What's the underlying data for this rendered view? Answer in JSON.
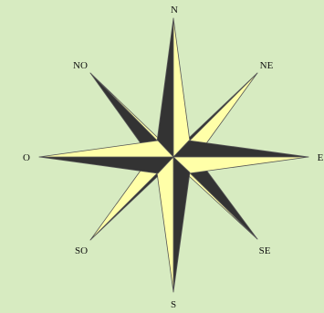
{
  "compass": {
    "labels": {
      "n": "N",
      "ne": "NE",
      "e": "E",
      "se": "SE",
      "s": "S",
      "so": "SO",
      "o": "O",
      "no": "NO"
    },
    "colors": {
      "background": "#d7ebc1",
      "light_fill": "#ffffa8",
      "dark_fill": "#333333",
      "outline": "#555555"
    }
  }
}
